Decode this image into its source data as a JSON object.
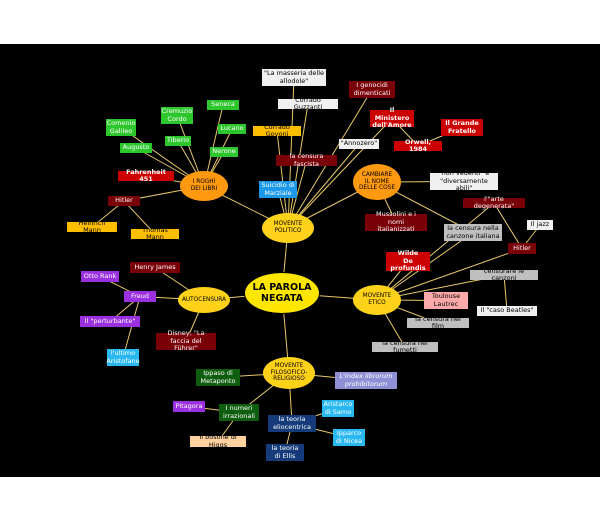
{
  "nodes": [
    {
      "id": "center",
      "text": "LA PAROLA\nNEGATA"
    },
    {
      "id": "politico",
      "text": "MOVENTE\nPOLITICO"
    },
    {
      "id": "etico",
      "text": "MOVENTE\nETICO"
    },
    {
      "id": "filosofico",
      "text": "MOVENTE\nFILOSOFICO-\nRELIGIOSO"
    },
    {
      "id": "autocensura",
      "text": "AUTOCENSURA"
    },
    {
      "id": "roghi",
      "text": "I ROGHI\nDEI LIBRI"
    },
    {
      "id": "cambiare",
      "text": "CAMBIARE\nIL NOME\nDELLE COSE"
    },
    {
      "id": "masseria",
      "text": "\"La masseria delle\nallodole\""
    },
    {
      "id": "genocidi",
      "text": "I genocidi\ndimenticati"
    },
    {
      "id": "guzzanti",
      "text": "Corrado Guzzanti"
    },
    {
      "id": "ministero",
      "text": "Il Ministero\ndell'Amore"
    },
    {
      "id": "grande",
      "text": "Il Grande\nFratello"
    },
    {
      "id": "govoni",
      "text": "Corrado Govoni"
    },
    {
      "id": "annozero",
      "text": "\"Annozero\""
    },
    {
      "id": "orwell",
      "text": "Orwell, 1984"
    },
    {
      "id": "fascista",
      "text": "la censura fascista"
    },
    {
      "id": "nonvedenti",
      "text": "\"non vedenti\" e\n\"diversamente abili\""
    },
    {
      "id": "seneca",
      "text": "Seneca"
    },
    {
      "id": "cremuzio",
      "text": "Cremuzio\nCordo"
    },
    {
      "id": "comenio",
      "text": "Comenio\nGalileo"
    },
    {
      "id": "lucano",
      "text": "Lucano"
    },
    {
      "id": "tiberio",
      "text": "Tiberio"
    },
    {
      "id": "augusto",
      "text": "Augusto"
    },
    {
      "id": "nerone",
      "text": "Nerone"
    },
    {
      "id": "suicidio",
      "text": "Suicidio di\nMarziale"
    },
    {
      "id": "fahrenheit",
      "text": "Fahrenheit 451"
    },
    {
      "id": "hitler1",
      "text": "Hitler"
    },
    {
      "id": "heinrich",
      "text": "Heinrich Mann"
    },
    {
      "id": "thomas",
      "text": "Thomas Mann"
    },
    {
      "id": "mussolini",
      "text": "Mussolini e i nomi\nitalianizzati"
    },
    {
      "id": "canzone",
      "text": "la censura nella\ncanzone italiana"
    },
    {
      "id": "degenerato",
      "text": "l'\"arte degenerata\""
    },
    {
      "id": "jazz",
      "text": "Il jazz"
    },
    {
      "id": "hitler2",
      "text": "Hitler"
    },
    {
      "id": "wilde",
      "text": "Wilde\nDe profundis"
    },
    {
      "id": "censurare",
      "text": "censurare le canzoni"
    },
    {
      "id": "toulouse",
      "text": "Toulouse\nLautrec"
    },
    {
      "id": "beatles",
      "text": "Il \"caso Beatles\""
    },
    {
      "id": "film",
      "text": "la censura nei film"
    },
    {
      "id": "fumetti",
      "text": "la censura nei fumetti"
    },
    {
      "id": "ottorank",
      "text": "Otto Rank"
    },
    {
      "id": "henryjames",
      "text": "Henry James"
    },
    {
      "id": "freud",
      "text": "Freud"
    },
    {
      "id": "perturbante",
      "text": "Il \"perturbante\""
    },
    {
      "id": "disney",
      "text": "Disney, \"La\nfaccia del Führer\""
    },
    {
      "id": "ultimo",
      "text": "l'ultimo\nAristofane"
    },
    {
      "id": "ippaso",
      "text": "Ippaso di\nMetaponto"
    },
    {
      "id": "pitagora",
      "text": "Pitagora"
    },
    {
      "id": "numeri",
      "text": "I numeri\nirrazionali"
    },
    {
      "id": "higgs",
      "text": "Il bosone di Higgs"
    },
    {
      "id": "index",
      "text": "L'Index librorum\nprohibitorum"
    },
    {
      "id": "aristarco",
      "text": "Aristarco\ndi Samo"
    },
    {
      "id": "teoria",
      "text": "la teoria\neliocentrica"
    },
    {
      "id": "ipparco",
      "text": "Ipparco\ndi Nicea"
    },
    {
      "id": "ellis",
      "text": "la teoria\ndi Ellis"
    }
  ],
  "colors": {
    "background": "#000000",
    "link": "#e8c96a",
    "main": "#ffe600"
  }
}
